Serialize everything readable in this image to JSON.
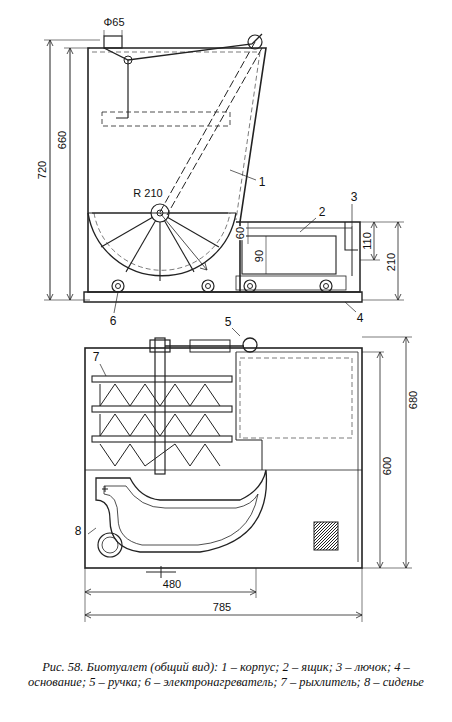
{
  "diagram": {
    "caption": "Рис. 58. Биотуалет (общий вид): 1 – корпус; 2 – ящик; 3 – лючок; 4 – основание; 5 – ручка; 6 – электронагреватель; 7 – рыхлитель; 8 – сиденье",
    "labels": [
      "Φ65",
      "720",
      "660",
      "R 210",
      "1",
      "60",
      "90",
      "110",
      "210",
      "2",
      "3",
      "4",
      "6",
      "5",
      "7",
      "600",
      "680",
      "8",
      "480",
      "785"
    ]
  }
}
